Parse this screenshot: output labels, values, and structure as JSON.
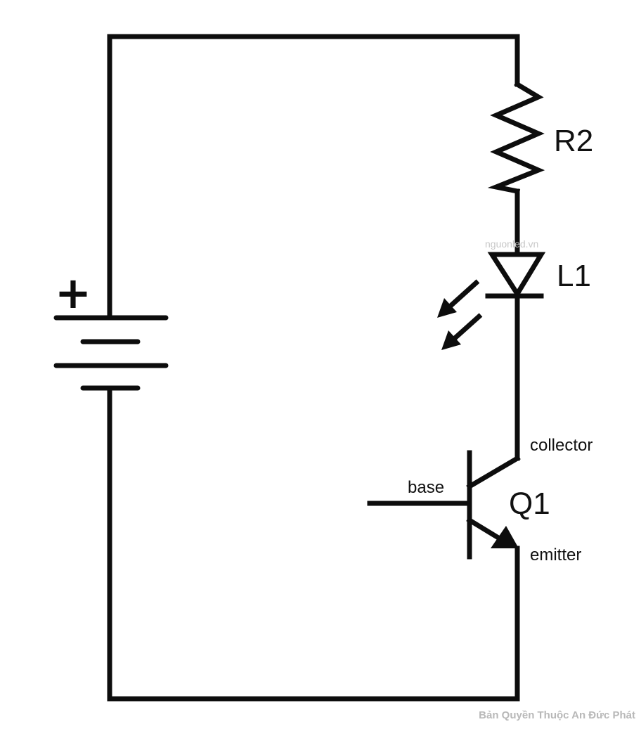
{
  "components": {
    "resistor": {
      "label": "R2"
    },
    "led": {
      "label": "L1"
    },
    "transistor": {
      "label": "Q1",
      "base_label": "base",
      "collector_label": "collector",
      "emitter_label": "emitter"
    },
    "battery": {
      "polarity_symbol": "+"
    }
  },
  "watermarks": {
    "top": "nguonled.vn",
    "bottom": "Bản Quyền Thuộc An Đức Phát"
  },
  "colors": {
    "ink": "#0d0d0d",
    "background": "#ffffff",
    "watermark": "#c0c0c0"
  }
}
